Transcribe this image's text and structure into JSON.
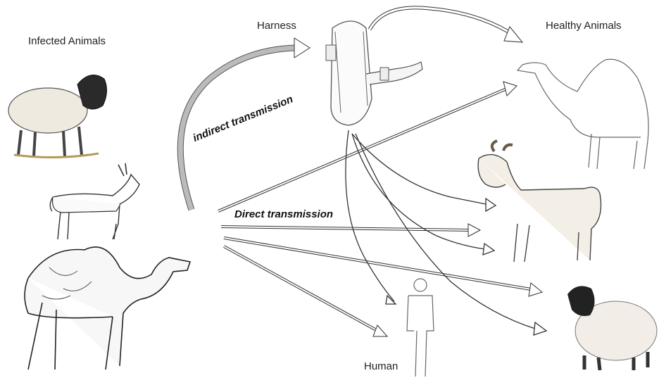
{
  "labels": {
    "infected": "Infected Animals",
    "harness": "Harness",
    "healthy": "Healthy Animals",
    "indirect": "indirect transmission",
    "direct": "Direct transmission",
    "human": "Human"
  },
  "icons": {
    "infected": [
      "sheep-icon",
      "goat-icon",
      "camel-icon"
    ],
    "object": "harness-icon",
    "healthy": [
      "camel-icon",
      "goat-icon",
      "sheep-icon"
    ],
    "human": "human-icon"
  },
  "colors": {
    "arrow_stroke": "#333333",
    "arrow_fill": "#ffffff",
    "curved_arrow_fill": "#bbbbbb",
    "sheep_head": "#222222",
    "goat_body": "#f4efe6"
  }
}
